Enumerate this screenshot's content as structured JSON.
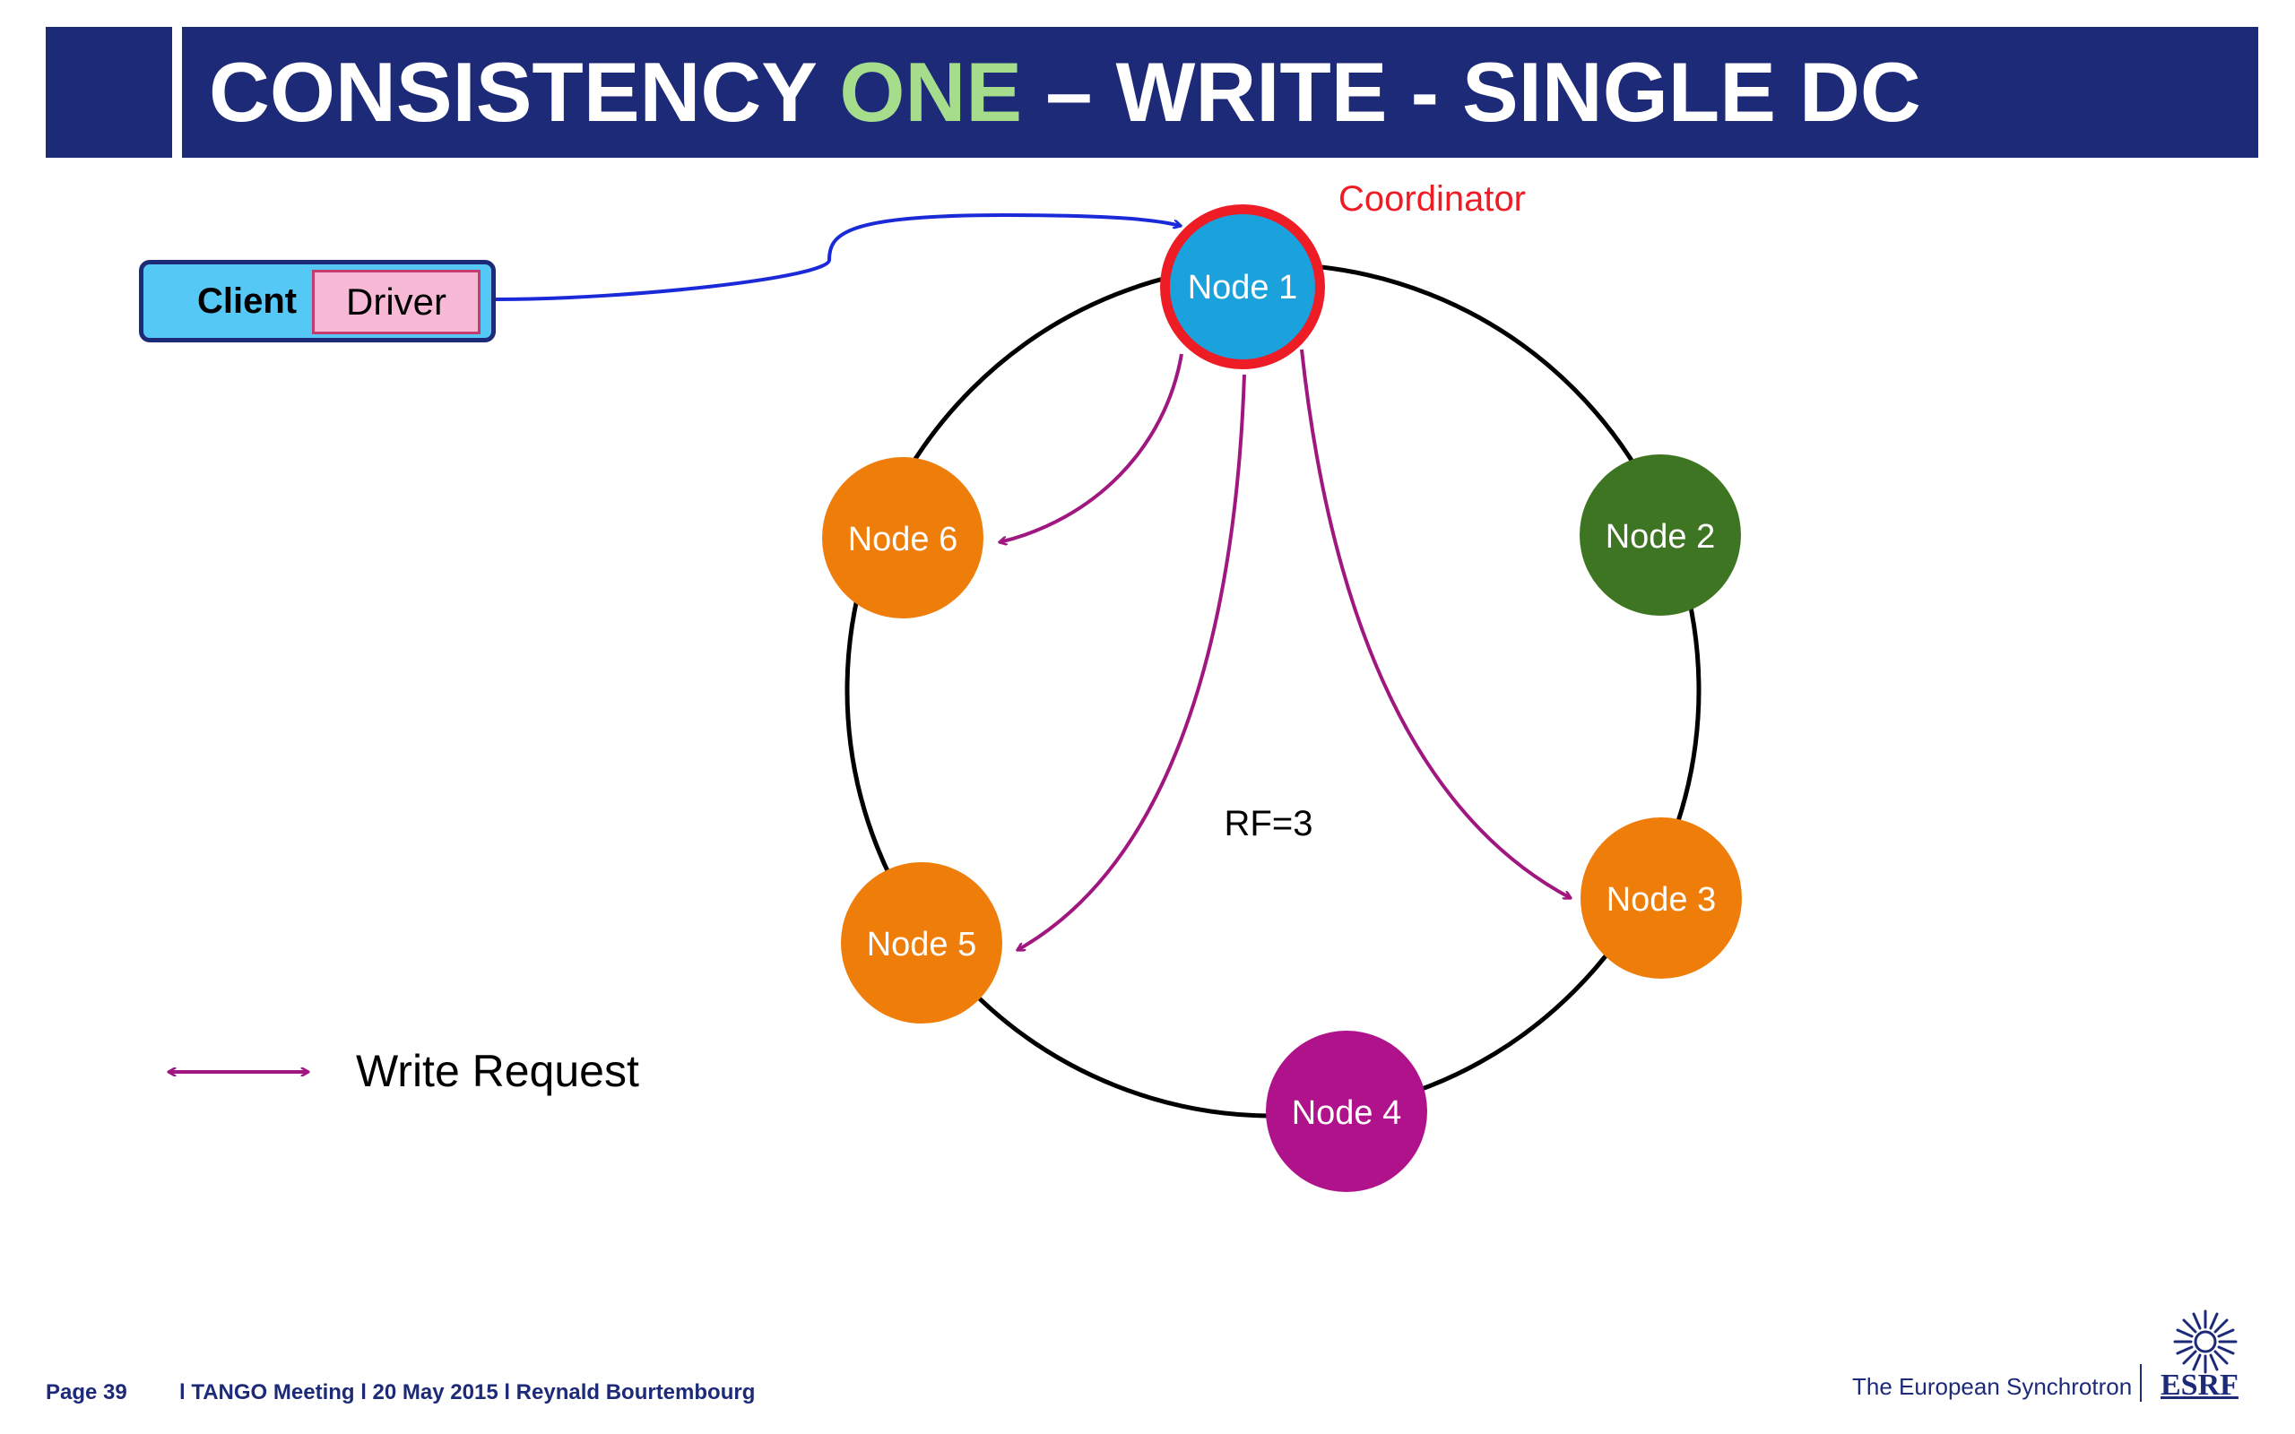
{
  "header": {
    "title_part1": "CONSISTENCY ",
    "title_accent": "ONE",
    "title_part2": " – WRITE - SINGLE DC"
  },
  "client": {
    "client_label": "Client",
    "driver_label": "Driver"
  },
  "ring": {
    "coordinator_label": "Coordinator",
    "rf_label": "RF=3",
    "nodes": [
      {
        "label": "Node 1",
        "color": "#1ba2dc",
        "role": "coordinator",
        "outline": "#ee1c25"
      },
      {
        "label": "Node 2",
        "color": "#3e7522"
      },
      {
        "label": "Node 3",
        "color": "#ef7d0a"
      },
      {
        "label": "Node 4",
        "color": "#b0128c"
      },
      {
        "label": "Node 5",
        "color": "#ef7d0a"
      },
      {
        "label": "Node 6",
        "color": "#ef7d0a"
      }
    ],
    "write_targets": [
      "Node 6",
      "Node 5",
      "Node 3"
    ]
  },
  "legend": {
    "write_request_label": "Write Request",
    "arrow_color": "#a0177f"
  },
  "colors": {
    "header_bg": "#1c2a78",
    "accent_green": "#a6dd8c",
    "client_arrow": "#1a2ad8"
  },
  "footer": {
    "page": "Page 39",
    "meta": "l TANGO Meeting l 20 May 2015 l Reynald Bourtembourg",
    "org": "The European Synchrotron",
    "logo_text": "ESRF"
  }
}
